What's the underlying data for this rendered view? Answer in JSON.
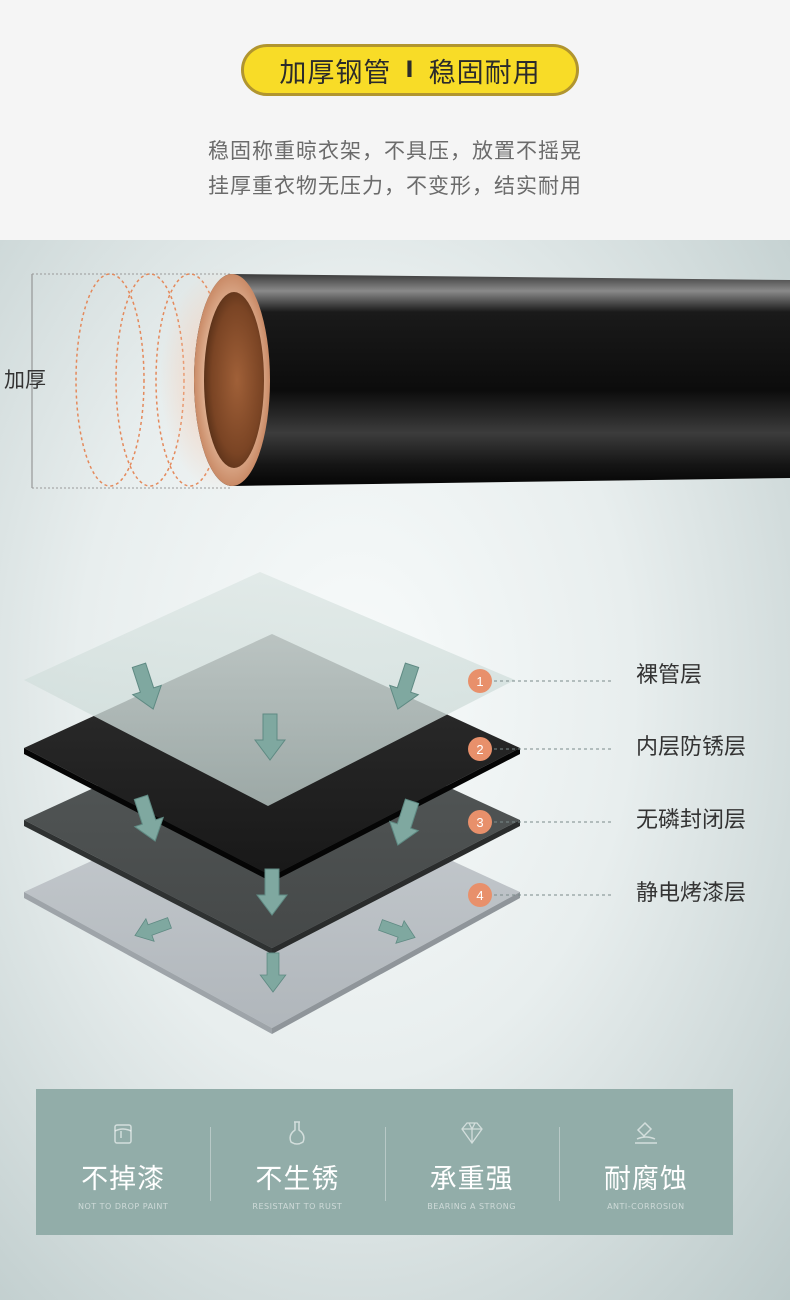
{
  "header": {
    "title_left": "加厚钢管",
    "title_sep": "I",
    "title_right": "稳固耐用",
    "subtitle_line1": "稳固称重晾衣架，不具压，放置不摇晃",
    "subtitle_line2": "挂厚重衣物无压力，不变形，结实耐用"
  },
  "pipe": {
    "thickness_label": "加厚"
  },
  "layers": [
    {
      "number": "1",
      "label": "裸管层"
    },
    {
      "number": "2",
      "label": "内层防锈层"
    },
    {
      "number": "3",
      "label": "无磷封闭层"
    },
    {
      "number": "4",
      "label": "静电烤漆层"
    }
  ],
  "features": [
    {
      "icon": "paint-bucket-icon",
      "title": "不掉漆",
      "subtitle": "NOT TO DROP PAINT"
    },
    {
      "icon": "flask-icon",
      "title": "不生锈",
      "subtitle": "RESISTANT TO RUST"
    },
    {
      "icon": "diamond-icon",
      "title": "承重强",
      "subtitle": "BEARING A STRONG"
    },
    {
      "icon": "anti-corrosion-icon",
      "title": "耐腐蚀",
      "subtitle": "ANTI-CORROSION"
    }
  ],
  "colors": {
    "title_fill": "#f8dc27",
    "title_border": "#b1952f",
    "badge": "#e8906b",
    "feature_panel": "#92ada9",
    "arrow": "#7fa8a0"
  }
}
